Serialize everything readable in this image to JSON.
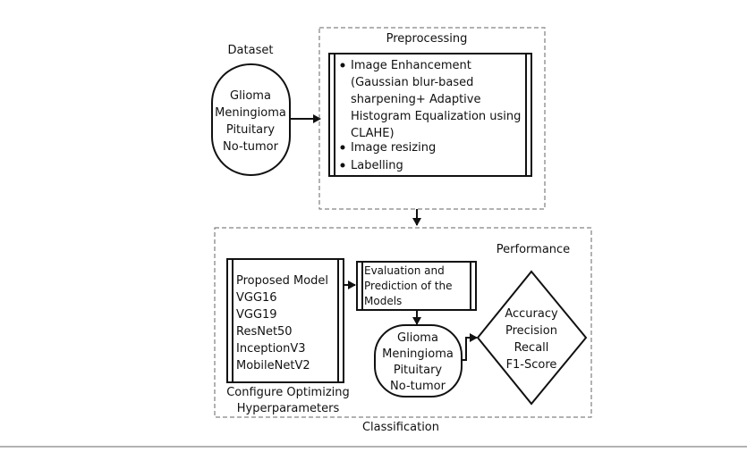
{
  "dataset": {
    "label": "Dataset",
    "items": [
      "Glioma",
      "Meningioma",
      "Pituitary",
      "No-tumor"
    ]
  },
  "preprocessing": {
    "title": "Preprocessing",
    "bullet1_lines": [
      "Image Enhancement",
      "(Gaussian blur-based",
      "sharpening+ Adaptive",
      "Histogram Equalization using",
      "CLAHE)"
    ],
    "bullet2": "Image resizing",
    "bullet3": "Labelling"
  },
  "classification": {
    "title": "Classification",
    "models": [
      "Proposed Model",
      "VGG16",
      "VGG19",
      "ResNet50",
      "InceptionV3",
      "MobileNetV2"
    ],
    "configure_lines": [
      "Configure Optimizing",
      "Hyperparameters"
    ],
    "evaluation_lines": [
      "Evaluation and",
      "Prediction of the",
      "Models"
    ],
    "classes": [
      "Glioma",
      "Meningioma",
      "Pituitary",
      "No-tumor"
    ]
  },
  "performance": {
    "label": "Performance",
    "metrics": [
      "Accuracy",
      "Precision",
      "Recall",
      "F1-Score"
    ]
  },
  "colors": {
    "stroke": "#111111",
    "dashed": "#666666",
    "bottom_rule": "#9a9a9a"
  }
}
